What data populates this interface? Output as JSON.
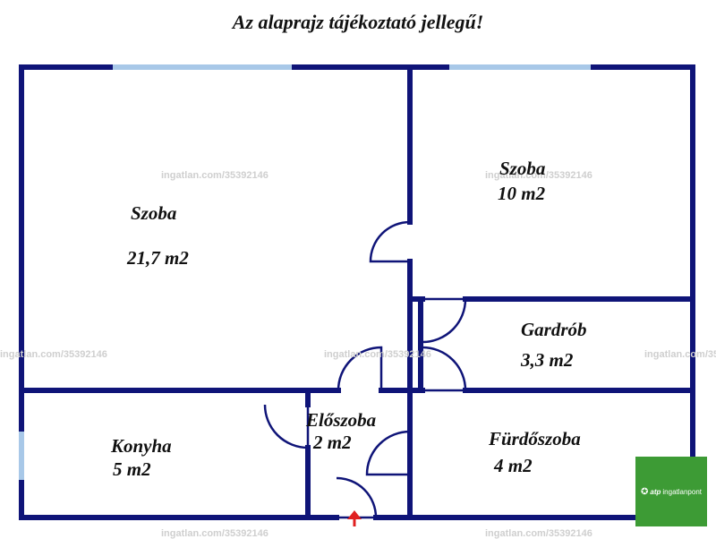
{
  "title": "Az alaprajz tájékoztató jellegű!",
  "rooms": [
    {
      "name": "Szoba",
      "area": "21,7 m2"
    },
    {
      "name": "Szoba",
      "area": "10 m2"
    },
    {
      "name": "Gardrób",
      "area": "3,3 m2"
    },
    {
      "name": "Konyha",
      "area": "5 m2"
    },
    {
      "name": "Előszoba",
      "area": "2 m2"
    },
    {
      "name": "Fürdőszoba",
      "area": "4 m2"
    }
  ],
  "watermark": "ingatlan.com/35392146",
  "logo": {
    "brand": "atp",
    "text": "ingatlanpont"
  },
  "colors": {
    "wall": "#0f1478",
    "window": "#a8c8e8",
    "entrance_arrow": "#e02020",
    "logo_bg": "#3d9b35"
  }
}
